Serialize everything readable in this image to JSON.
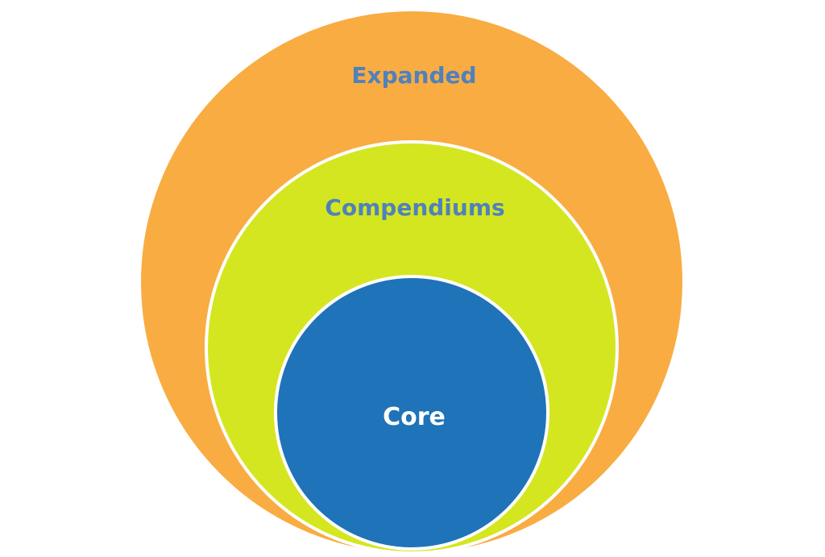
{
  "diagram": {
    "type": "nested-circles",
    "rings": [
      {
        "label": "Expanded",
        "fill_color": "#F9AC42",
        "text_color": "#4F81BD"
      },
      {
        "label": "Compendiums",
        "fill_color": "#D4E620",
        "text_color": "#4F81BD"
      },
      {
        "label": "Core",
        "fill_color": "#1F73B8",
        "text_color": "#FFFFFF"
      }
    ],
    "border_color": "#FFFFFF"
  }
}
